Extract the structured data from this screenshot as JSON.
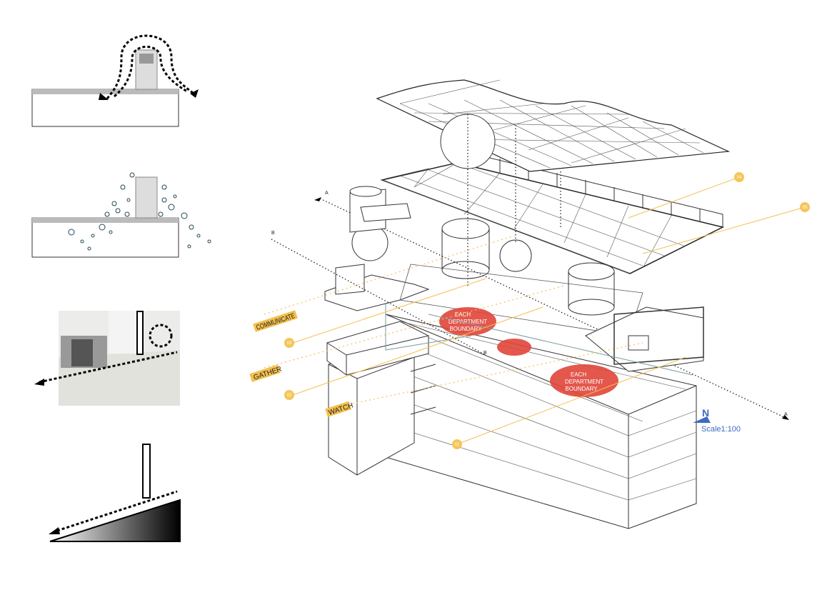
{
  "activities": [
    {
      "label": "COMMUNICATE"
    },
    {
      "label": "GATHER"
    },
    {
      "label": "WATCH"
    }
  ],
  "callouts": [
    "01",
    "02",
    "03",
    "04",
    "05"
  ],
  "zones": [
    {
      "lines": [
        "EACH",
        "DEPARTMENT",
        "BOUNDARY"
      ]
    },
    {
      "lines": [
        "EACH",
        "DEPARTMENT",
        "BOUNDARY"
      ]
    }
  ],
  "section_markers": {
    "a": "A",
    "b": "B"
  },
  "north": {
    "label": "N",
    "scale": "Scale1:100"
  },
  "colors": {
    "accent": "#f3c04d",
    "zone": "#e0453a",
    "north": "#3b6cc4"
  }
}
